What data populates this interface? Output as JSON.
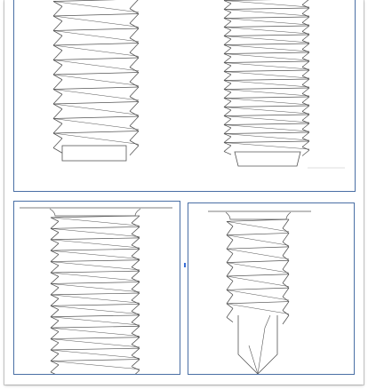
{
  "document": {
    "views": [
      {
        "name": "screw-view-top-left",
        "thread_count": 10
      },
      {
        "name": "screw-view-top-right",
        "thread_count": 17
      },
      {
        "name": "screw-view-bottom-left",
        "thread_count": 14
      },
      {
        "name": "screw-view-bottom-right",
        "thread_count": 7
      }
    ],
    "colors": {
      "panel_border": "#4a6fa5",
      "line": "#555555",
      "background": "#ffffff"
    }
  }
}
